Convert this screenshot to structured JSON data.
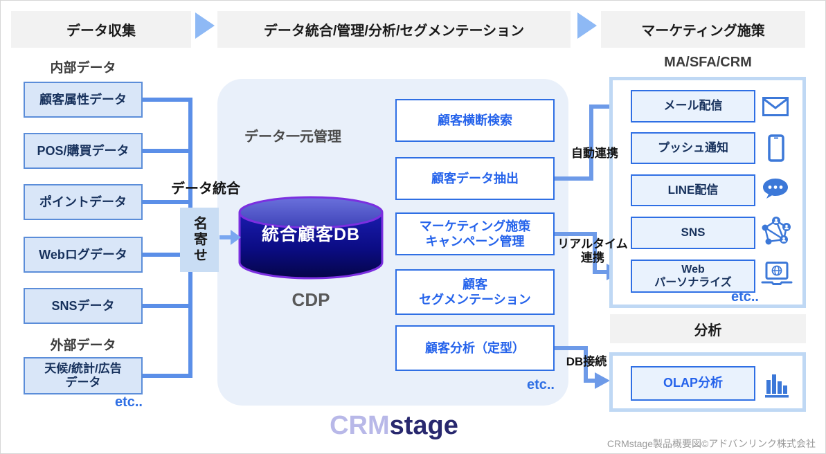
{
  "header": {
    "step1": "データ収集",
    "step2": "データ統合/管理/分析/セグメンテーション",
    "step3": "マーケティング施策"
  },
  "sources": {
    "internal_label": "内部データ",
    "items": [
      "顧客属性データ",
      "POS/購買データ",
      "ポイントデータ",
      "Webログデータ",
      "SNSデータ"
    ],
    "external_label": "外部データ",
    "external_item": "天候/統計/広告\nデータ",
    "etc": "etc.."
  },
  "integration": {
    "label": "データ統合",
    "merge": "名寄せ",
    "panel_title": "データ一元管理",
    "db": "統合顧客DB",
    "cdp": "CDP",
    "functions": [
      "顧客横断検索",
      "顧客データ抽出",
      "マーケティング施策\nキャンペーン管理",
      "顧客\nセグメンテーション",
      "顧客分析（定型）"
    ],
    "etc": "etc.."
  },
  "links": {
    "auto": "自動連携",
    "realtime": "リアルタイム\n連携",
    "db": "DB接続"
  },
  "marketing": {
    "title": "MA/SFA/CRM",
    "channels": [
      "メール配信",
      "プッシュ通知",
      "LINE配信",
      "SNS",
      "Web\nパーソナライズ"
    ],
    "channel_icons": [
      "mail-icon",
      "smartphone-icon",
      "chat-icon",
      "network-icon",
      "laptop-icon"
    ],
    "etc": "etc.."
  },
  "analysis": {
    "title": "分析",
    "item": "OLAP分析",
    "icon": "bar-chart-icon"
  },
  "branding": {
    "logo_part1": "CRM",
    "logo_part2": "stage",
    "credit": "CRMstage製品概要図©アドバンリンク株式会社"
  },
  "colors": {
    "accent_blue": "#2f6fe4",
    "connector_blue": "#6d9ae8",
    "source_box_fill": "#d9e6f8",
    "channel_box_fill": "#e9f2fd",
    "panel_fill": "#e9f0fa",
    "panel_border": "#bfd8f4",
    "db_navy": "#0b0c84",
    "db_purple": "#7b2fe0",
    "header_gray": "#f2f2f2",
    "logo_light": "#b8b8e8",
    "logo_dark": "#28286e"
  }
}
